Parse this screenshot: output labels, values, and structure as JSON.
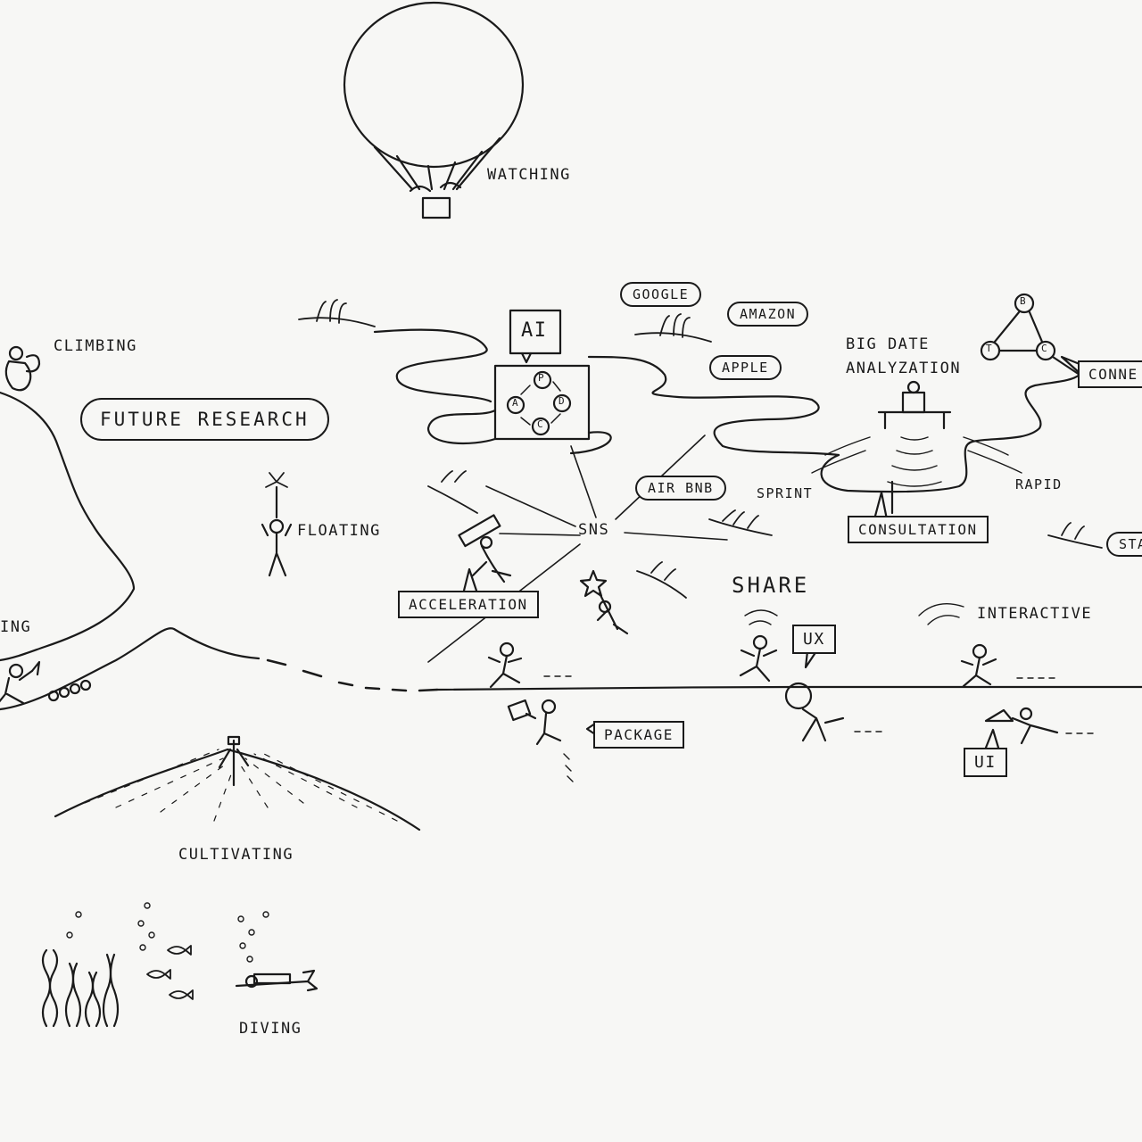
{
  "labels": {
    "watching": "WATCHING",
    "climbing": "CLIMBING",
    "future_research": "FUTURE RESEARCH",
    "floating": "FLOATING",
    "ing": "ING",
    "cultivating": "CULTIVATING",
    "diving": "DIVING",
    "ai": "AI",
    "pdca_p": "P",
    "pdca_d": "D",
    "pdca_c": "C",
    "pdca_a": "A",
    "google": "GOOGLE",
    "amazon": "AMAZON",
    "apple": "APPLE",
    "airbnb": "AIR BnB",
    "sns": "SNS",
    "sprint": "SPRINT",
    "acceleration": "ACCELERATION",
    "big_date": "BIG DATE",
    "analyzation": "ANALYZATION",
    "consultation": "CONSULTATION",
    "rapid": "RAPID",
    "conne": "CONNE",
    "sta": "STA",
    "btc_b": "B",
    "btc_t": "T",
    "btc_c": "C",
    "share": "SHARE",
    "ux": "UX",
    "interactive": "INTERACTIVE",
    "package": "PACKAGE",
    "ui": "UI"
  },
  "colors": {
    "ink": "#1a1a1a",
    "paper": "#f7f7f5"
  }
}
